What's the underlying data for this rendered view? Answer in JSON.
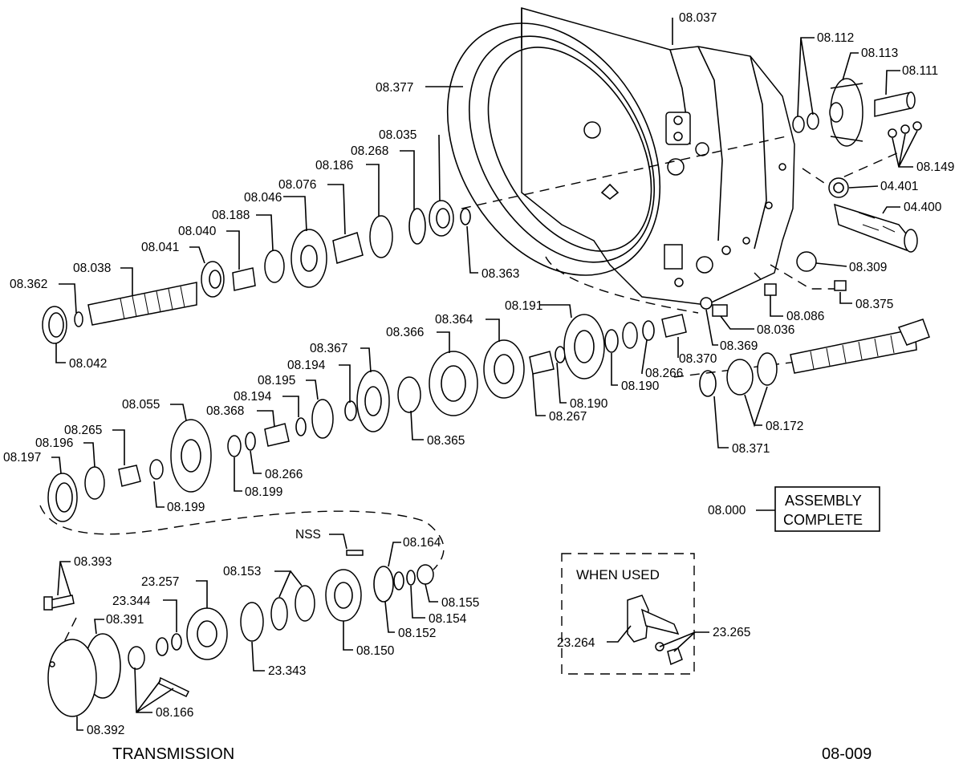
{
  "caption_left": "TRANSMISSION",
  "caption_right": "08-009",
  "assembly_complete": {
    "number": "08.000",
    "line1": "ASSEMBLY",
    "line2": "COMPLETE"
  },
  "when_used_label": "WHEN USED",
  "nss_label": "NSS",
  "part_numbers": [
    "08.037",
    "08.377",
    "08.112",
    "08.113",
    "08.111",
    "08.149",
    "04.401",
    "04.400",
    "08.309",
    "08.375",
    "08.086",
    "08.036",
    "08.369",
    "08.370",
    "08.266",
    "08.190",
    "08.172",
    "08.371",
    "08.035",
    "08.268",
    "08.186",
    "08.076",
    "08.046",
    "08.188",
    "08.040",
    "08.041",
    "08.038",
    "08.362",
    "08.042",
    "08.363",
    "08.191",
    "08.364",
    "08.366",
    "08.367",
    "08.194",
    "08.195",
    "08.194",
    "08.368",
    "08.055",
    "08.265",
    "08.196",
    "08.197",
    "08.199",
    "08.266",
    "08.199",
    "08.365",
    "08.267",
    "08.190",
    "08.164",
    "08.155",
    "08.154",
    "08.152",
    "08.150",
    "08.153",
    "23.257",
    "23.344",
    "08.391",
    "08.393",
    "23.343",
    "08.166",
    "08.392",
    "23.265",
    "23.264"
  ]
}
